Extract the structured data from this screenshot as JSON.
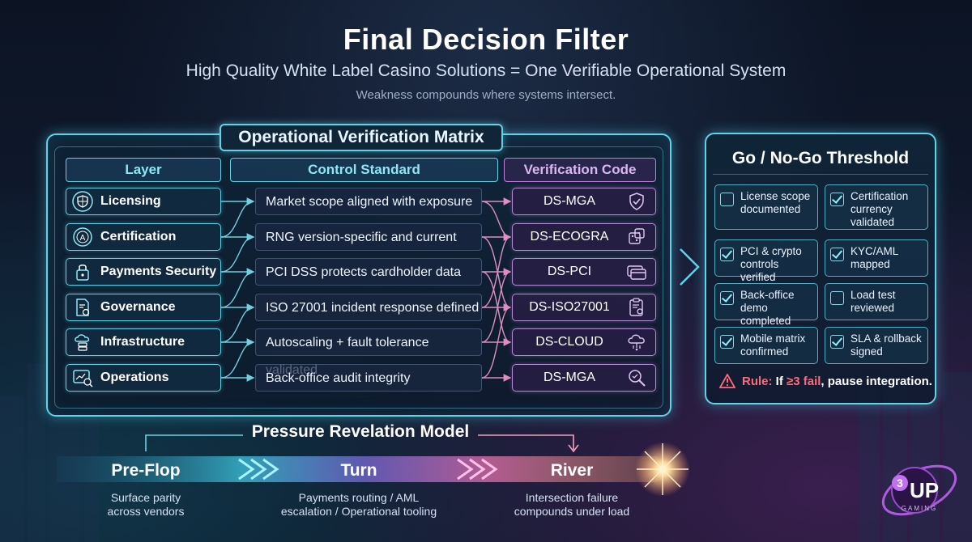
{
  "header": {
    "title": "Final Decision Filter",
    "subtitle": "High Quality White Label Casino Solutions = One Verifiable Operational System",
    "tagline": "Weakness compounds where systems intersect."
  },
  "matrix": {
    "title": "Operational Verification Matrix",
    "columns": {
      "layer": "Layer",
      "standard": "Control Standard",
      "code": "Verification Code"
    },
    "rows": [
      {
        "layer": "Licensing",
        "icon": "globe-shield-icon",
        "standard": "Market scope aligned with exposure",
        "code": "DS-MGA",
        "code_icon": "shield-check-icon"
      },
      {
        "layer": "Certification",
        "icon": "certificate-badge-icon",
        "standard": "RNG version-specific and current",
        "code": "DS-ECOGRA",
        "code_icon": "dice-icon"
      },
      {
        "layer": "Payments Security",
        "icon": "padlock-icon",
        "standard": "PCI DSS protects cardholder data",
        "code": "DS-PCI",
        "code_icon": "credit-card-icon"
      },
      {
        "layer": "Governance",
        "icon": "document-gear-icon",
        "standard": "ISO 27001 incident response defined",
        "code": "DS-ISO27001",
        "code_icon": "clipboard-gear-icon"
      },
      {
        "layer": "Infrastructure",
        "icon": "cloud-server-icon",
        "standard": "Autoscaling + fault tolerance validated",
        "code": "DS-CLOUD",
        "code_icon": "cloud-network-icon"
      },
      {
        "layer": "Operations",
        "icon": "dashboard-search-icon",
        "standard": "Back-office audit integrity",
        "code": "DS-MGA",
        "code_icon": "magnifier-icon"
      }
    ]
  },
  "threshold": {
    "title": "Go / No-Go Threshold",
    "items": [
      {
        "text": "License scope documented",
        "checked": false
      },
      {
        "text": "Certification currency validated",
        "checked": true
      },
      {
        "text": "PCI & crypto controls verified",
        "checked": true
      },
      {
        "text": "KYC/AML mapped",
        "checked": true
      },
      {
        "text": "Back-office demo completed",
        "checked": true
      },
      {
        "text": "Load test reviewed",
        "checked": false
      },
      {
        "text": "Mobile matrix confirmed",
        "checked": true
      },
      {
        "text": "SLA & rollback signed",
        "checked": true
      }
    ],
    "rule_prefix": "Rule:",
    "rule_mid": " If ",
    "rule_highlight": "≥3 fail",
    "rule_suffix": ", pause integration."
  },
  "pressure": {
    "title": "Pressure Revelation Model",
    "stages": [
      {
        "name": "Pre-Flop",
        "desc_line1": "Surface parity",
        "desc_line2": "across vendors"
      },
      {
        "name": "Turn",
        "desc_line1": "Payments routing / AML",
        "desc_line2": "escalation / Operational tooling"
      },
      {
        "name": "River",
        "desc_line1": "Intersection failure",
        "desc_line2": "compounds under load"
      }
    ]
  },
  "brand": {
    "logo_number": "3",
    "logo_word": "UP",
    "logo_sub": "GAMING"
  },
  "colors": {
    "cyan": "#5fd3e8",
    "purple": "#b98ad8",
    "pink": "#ff6b9a",
    "warning": "#ff6b7a"
  }
}
